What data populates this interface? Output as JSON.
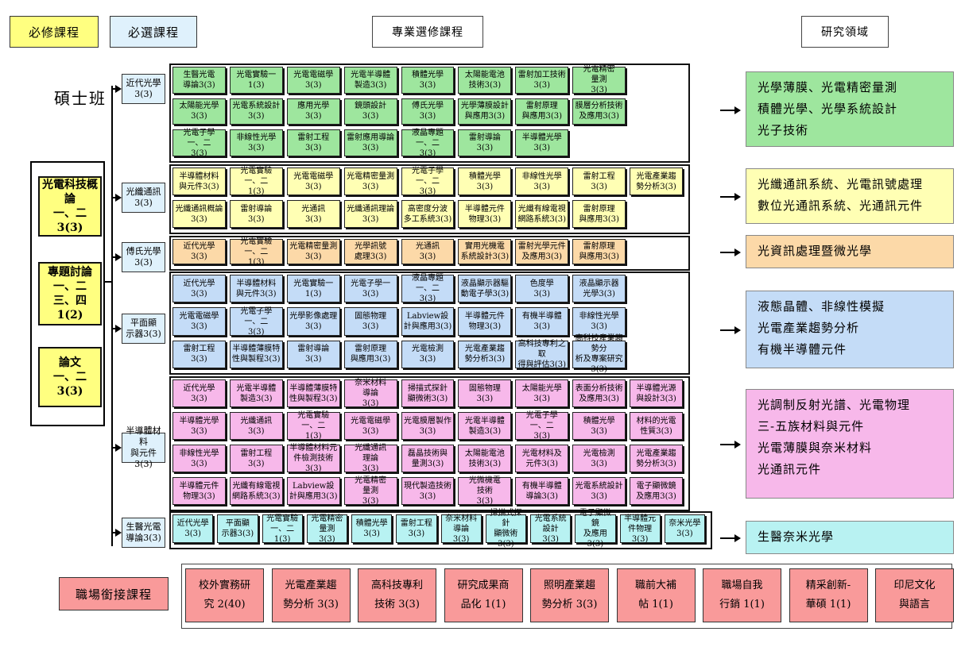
{
  "legend": {
    "required": "必修課程",
    "core_elective": "必選課程",
    "elective": "專業選修課程",
    "research": "研究領域",
    "workplace": "職場銜接課程"
  },
  "program_label": "碩士班",
  "core_courses": [
    "光電科技概論\n一、二\n3(3)",
    "專題討論\n一、二\n三、四\n1(2)",
    "論文\n一、二\n3(3)"
  ],
  "categories": [
    "近代光學\n3(3)",
    "光纖通訊\n3(3)",
    "傅氏光學\n3(3)",
    "平面顯\n示器3(3)",
    "半導體材料\n與元件3(3)",
    "生醫光電\n導論3(3)"
  ],
  "colors": {
    "green": "#9ee69e",
    "yellow": "#ffffb4",
    "orange": "#fcd9a8",
    "blue": "#c4dcf7",
    "pink": "#f7b8ea",
    "cyan": "#b8f2f2",
    "red": "#f99a9a",
    "core": "#ffff80",
    "cat": "#dff1fc"
  },
  "sections": [
    {
      "color": "green",
      "cols": 9,
      "rows": [
        [
          "生醫光電\n導論3(3)",
          "光電實驗一\n1(3)",
          "光電電磁學\n3(3)",
          "光電半導體\n製造3(3)",
          "積體光學\n3(3)",
          "太陽能電池\n技術3(3)",
          "雷射加工技術\n3(3)",
          "光電精密\n量測\n3(3)"
        ],
        [
          "太陽能光學\n3(3)",
          "光電系統設計\n3(3)",
          "應用光學\n3(3)",
          "鏡頭設計\n3(3)",
          "傅氏光學\n3(3)",
          "光學薄膜設計\n與應用3(3)",
          "雷射原理\n與應用3(3)",
          "膜層分析技術\n及應用3(3)"
        ],
        [
          "光電子學\n一、二\n3(3)",
          "非線性光學\n3(3)",
          "雷射工程\n3(3)",
          "雷射應用導論\n3(3)",
          "液晶專題\n一、二\n3(3)",
          "雷射導論\n3(3)",
          "半導體光學\n3(3)"
        ]
      ]
    },
    {
      "color": "yellow",
      "cols": 9,
      "rows": [
        [
          "半導體材料\n與元件3(3)",
          "光電實驗\n一、二\n1(3)",
          "光電電磁學\n3(3)",
          "光電精密量測\n3(3)",
          "光電子學\n一、二\n3(3)",
          "積體光學\n3(3)",
          "非線性光學\n3(3)",
          "雷射工程\n3(3)",
          "光電產業趨\n勢分析3(3)"
        ],
        [
          "光纖通訊概論\n3(3)",
          "雷射導論\n3(3)",
          "光通訊\n3(3)",
          "光纖通訊理論\n3(3)",
          "高密度分波\n多工系統3(3)",
          "半導體元件\n物理3(3)",
          "光纖有線電視\n網路系統3(3)",
          "雷射原理\n與應用3(3)"
        ]
      ]
    },
    {
      "color": "orange",
      "cols": 9,
      "rows": [
        [
          "近代光學\n3(3)",
          "光電實驗\n一、二\n1(3)",
          "光電精密量測\n3(3)",
          "光學訊號\n處理3(3)",
          "光通訊\n3(3)",
          "實用光機電\n系統設計3(3)",
          "雷射光學元件\n及應用3(3)",
          "雷射原理\n與應用3(3)"
        ]
      ]
    },
    {
      "color": "blue",
      "cols": 9,
      "rows": [
        [
          "近代光學\n3(3)",
          "半導體材料\n與元件3(3)",
          "光電實驗一\n1(3)",
          "光電子學一\n3(3)",
          "液晶專題\n一、二\n3(3)",
          "液晶顯示器驅\n動電子學3(3)",
          "色度學\n3(3)",
          "液晶顯示器\n光學3(3)"
        ],
        [
          "光電電磁學\n3(3)",
          "光電子學\n一、二\n3(3)",
          "光學影像處理\n3(3)",
          "固態物理\n3(3)",
          "Labview設\n計與應用3(3)",
          "半導體元件\n物理3(3)",
          "有機半導體\n3(3)",
          "非線性光學\n3(3)"
        ],
        [
          "雷射工程\n3(3)",
          "半導體薄膜特\n性與製程3(3)",
          "雷射導論\n3(3)",
          "雷射原理\n與應用3(3)",
          "光電檢測\n3(3)",
          "光電產業趨\n勢分析3(3)",
          "高科技專利之取\n得與評估3(3)",
          "高科技產業趨勢分\n析及專案研究3(3)"
        ]
      ]
    },
    {
      "color": "pink",
      "cols": 9,
      "rows": [
        [
          "近代光學\n3(3)",
          "光電半導體\n製造3(3)",
          "半導體薄膜特\n性與製程3(3)",
          "奈米材料\n導論\n3(3)",
          "掃描式探針\n顯微術3(3)",
          "固態物理\n3(3)",
          "太陽能光學\n3(3)",
          "表面分析技術\n及應用3(3)",
          "半導體光源\n與設計3(3)"
        ],
        [
          "半導體光學\n3(3)",
          "光纖通訊\n3(3)",
          "光電實驗\n一、二\n1(3)",
          "光電電磁學\n3(3)",
          "光電膜層製作\n3(3)",
          "光電半導體\n製造3(3)",
          "光電子學\n一、二\n3(3)",
          "積體光學\n3(3)",
          "材料的光電\n性質3(3)"
        ],
        [
          "非線性光學\n3(3)",
          "雷射工程\n3(3)",
          "半導體材料元\n件檢測技術3(3)",
          "光纖通訊\n理論\n3(3)",
          "磊晶技術與\n量測3(3)",
          "太陽能電池\n技術3(3)",
          "光電材料及\n元件3(3)",
          "光電檢測\n3(3)",
          "光電產業趨\n勢分析3(3)"
        ],
        [
          "半導體元件\n物理3(3)",
          "光纖有線電視\n網路系統3(3)",
          "Labview設\n計與應用3(3)",
          "光電精密\n量測\n3(3)",
          "現代製造技術\n3(3)",
          "光微機電\n技術\n3(3)",
          "有機半導體\n導論3(3)",
          "光電系統設計\n3(3)",
          "電子顯微鏡\n及應用3(3)"
        ]
      ]
    },
    {
      "color": "cyan",
      "cols": 12,
      "rows": [
        [
          "近代光學\n3(3)",
          "平面顯\n示器3(3)",
          "光電實驗\n一、二\n1(3)",
          "光電精密\n量測\n3(3)",
          "積體光學\n3(3)",
          "雷射工程\n3(3)",
          "奈米材料\n導論\n3(3)",
          "掃描式探針\n顯微術3(3)",
          "光電系統\n設計\n3(3)",
          "電子顯微鏡\n及應用3(3)",
          "半導體元\n件物理3(3)",
          "奈米光學\n3(3)"
        ]
      ]
    }
  ],
  "research": [
    {
      "color": "green",
      "text": "光學薄膜、光電精密量測\n積體光學、光學系統設計\n光子技術"
    },
    {
      "color": "yellow",
      "text": "光纖通訊系統、光電訊號處理\n數位光通訊系統、光通訊元件"
    },
    {
      "color": "orange",
      "text": "光資訊處理暨微光學"
    },
    {
      "color": "blue",
      "text": "液態晶體、非線性模擬\n光電產業趨勢分析\n有機半導體元件"
    },
    {
      "color": "pink",
      "text": "光調制反射光譜、光電物理\n三-五族材料與元件\n光電薄膜與奈米材料\n光通訊元件"
    },
    {
      "color": "cyan",
      "text": "生醫奈米光學"
    }
  ],
  "workplace_courses": [
    "校外實務研\n究 2(40)",
    "光電產業趨\n勢分析 3(3)",
    "高科技專利\n技術 3(3)",
    "研究成果商\n品化 1(1)",
    "照明產業趨\n勢分析 3(3)",
    "職前大補\n帖 1(1)",
    "職場自我\n行銷 1(1)",
    "精采創新-\n華碩 1(1)",
    "印尼文化\n與語言"
  ]
}
